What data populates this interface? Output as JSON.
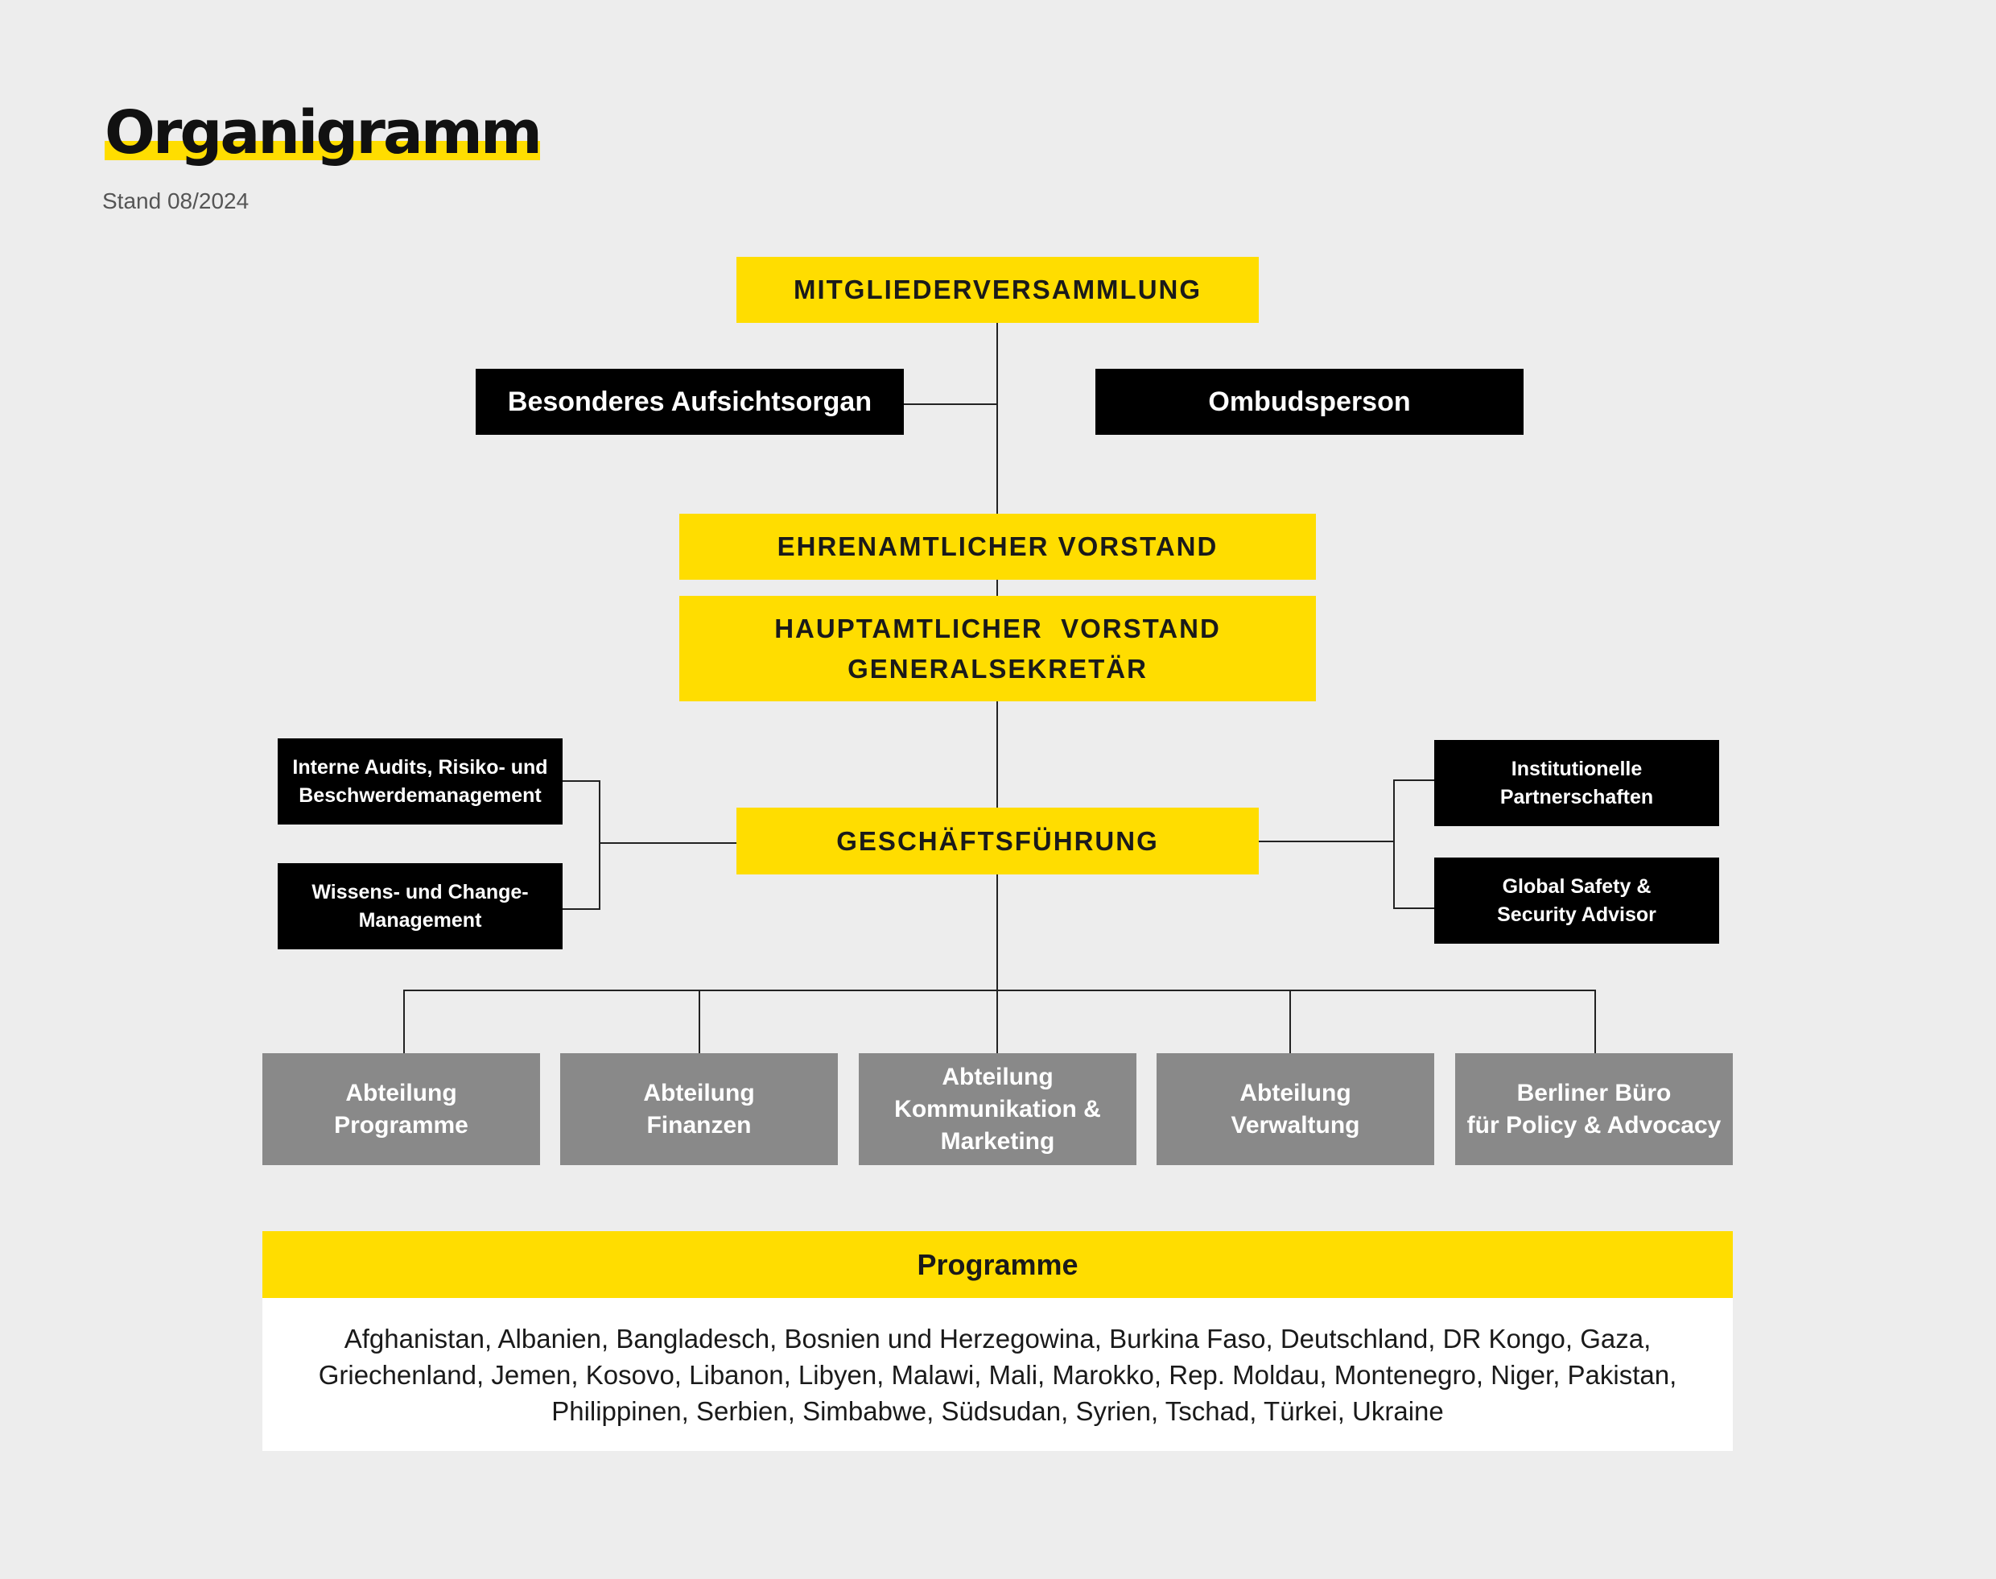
{
  "header": {
    "title": "Organigramm",
    "subtitle": "Stand 08/2024"
  },
  "boxes": {
    "mitgliederversammlung": "MITGLIEDERVERSAMMLUNG",
    "aufsichtsorgan": "Besonderes Aufsichtsorgan",
    "ombudsperson": "Ombudsperson",
    "ehrenamtlicher_vorstand": "EHRENAMTLICHER VORSTAND",
    "hauptamtlicher_vorstand_l1": "HAUPTAMTLICHER  VORSTAND",
    "hauptamtlicher_vorstand_l2": "GENERALSEKRETÄR",
    "audits_l1": "Interne Audits, Risiko- und",
    "audits_l2": "Beschwerdemanagement",
    "wissen_l1": "Wissens- und Change-",
    "wissen_l2": "Management",
    "geschaeftsfuehrung": "GESCHÄFTSFÜHRUNG",
    "partnerschaften_l1": "Institutionelle",
    "partnerschaften_l2": "Partnerschaften",
    "safety_l1": "Global Safety &",
    "safety_l2": "Security Advisor"
  },
  "departments": [
    {
      "l1": "Abteilung",
      "l2": "Programme",
      "l3": ""
    },
    {
      "l1": "Abteilung",
      "l2": "Finanzen",
      "l3": ""
    },
    {
      "l1": "Abteilung",
      "l2": "Kommunikation &",
      "l3": "Marketing"
    },
    {
      "l1": "Abteilung",
      "l2": "Verwaltung",
      "l3": ""
    },
    {
      "l1": "Berliner Büro",
      "l2": "für Policy & Advocacy",
      "l3": ""
    }
  ],
  "programmes": {
    "heading": "Programme",
    "line1": "Afghanistan, Albanien, Bangladesch, Bosnien und Herzegowina, Burkina Faso, Deutschland, DR Kongo, Gaza,",
    "line2": "Griechenland, Jemen, Kosovo, Libanon, Libyen, Malawi, Mali, Marokko, Rep. Moldau, Montenegro, Niger, Pakistan,",
    "line3": "Philippinen, Serbien, Simbabwe, Südsudan, Syrien, Tschad, Türkei, Ukraine"
  },
  "colors": {
    "accent": "#ffdd00",
    "dark": "#000000",
    "department": "#898989",
    "background": "#ededed"
  }
}
